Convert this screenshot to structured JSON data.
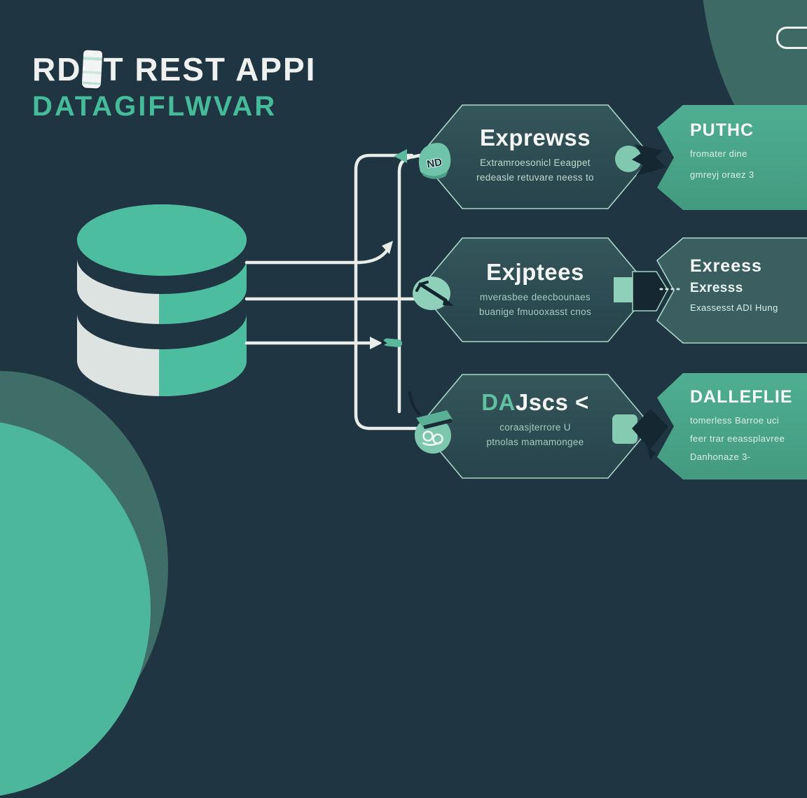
{
  "header": {
    "title_part1": "RD",
    "title_part2": "T REST APPI",
    "subtitle": "DATAGIFLWVAR"
  },
  "nodes": [
    {
      "title": "Exprewss",
      "sub1": "Extramroesonicl Eeagpet",
      "sub2": "redeasle retuvare neess to"
    },
    {
      "title": "Exjptees",
      "sub1": "mverasbee deecbounaes",
      "sub2": "buanige fmuooxasst cnos"
    },
    {
      "title_accent": "DA",
      "title_rest": "Jscs <",
      "sub1": "coraasjterrore U",
      "sub2": "ptnolas mamamongee"
    }
  ],
  "outputs": [
    {
      "title": "PUTHC",
      "line1": "fromater dine",
      "line2": "gmreyj oraez 3"
    },
    {
      "title": "Exreess",
      "line1": "Exresss",
      "line2": "Exassesst ADI Hung"
    },
    {
      "title": "DALLEFLIE",
      "line1": "tomerless Barroe uci",
      "line2": "feer trar eeassplavree",
      "line3": "Danhonaze 3-"
    }
  ],
  "badges": {
    "nd": "ND"
  },
  "colors": {
    "background": "#1f3541",
    "accent_teal": "#45bb9a",
    "box_teal": "#4aa88d",
    "panel_dark": "#3b5f60",
    "hexagon_fill": "#2e4c52",
    "hexagon_border": "#a9d8c6",
    "line_white": "#e9ede9",
    "title_white": "#eef1ef",
    "dark_arrow": "#152730"
  }
}
